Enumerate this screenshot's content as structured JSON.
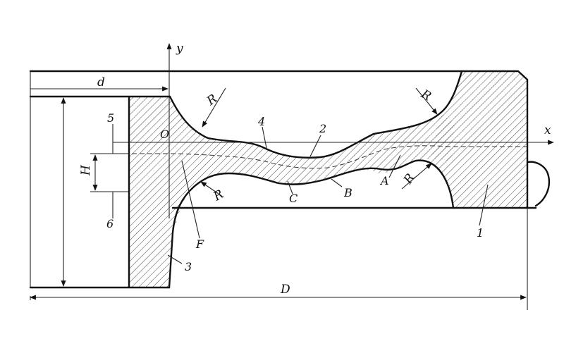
{
  "axes": {
    "y": "y",
    "x": "x",
    "origin": "O"
  },
  "dimensions": {
    "d": "d",
    "D": "D",
    "H": "H"
  },
  "radii": {
    "r1": "R",
    "r2": "R",
    "r3": "R",
    "r4": "R"
  },
  "points": {
    "a": "A",
    "b": "B",
    "c": "C",
    "f": "F"
  },
  "callouts": {
    "n1": "1",
    "n2": "2",
    "n3": "3",
    "n4": "4",
    "n5": "5",
    "n6": "6"
  },
  "colors": {
    "line": "#111111",
    "hatch": "#333333",
    "background": "#ffffff"
  }
}
